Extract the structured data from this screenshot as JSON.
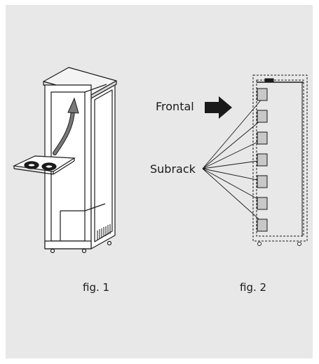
{
  "fig1": {
    "caption": "fig. 1"
  },
  "fig2": {
    "caption": "fig. 2",
    "frontal_label": "Frontal",
    "subrack_label": "Subrack",
    "subrack_count": 7
  },
  "colors": {
    "panel_background": "#e8e8e8",
    "line": "#1a1a1a",
    "arrow_fill": "#1a1a1a",
    "curved_arrow": "#7a7a7a",
    "subrack_fill": "#c8c8c8"
  }
}
